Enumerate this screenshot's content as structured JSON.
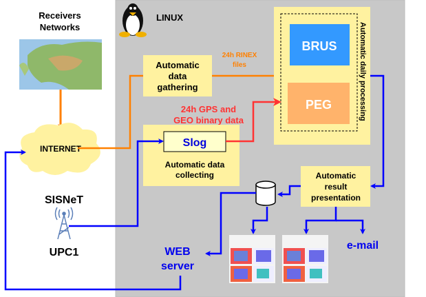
{
  "left": {
    "receivers_line1": "Receivers",
    "receivers_line2": "Networks",
    "internet": "INTERNET",
    "sisnet": "SISNeT",
    "upc1": "UPC1"
  },
  "linux": {
    "label": "LINUX"
  },
  "gathering": {
    "line1": "Automatic",
    "line2": "data",
    "line3": "gathering"
  },
  "rinex": {
    "line1": "24h RINEX",
    "line2": "files"
  },
  "gps": {
    "line1": "24h GPS and",
    "line2": "GEO binary data"
  },
  "collecting": {
    "slog": "Slog",
    "line1": "Automatic data",
    "line2": "collecting"
  },
  "processing": {
    "brus": "BRUS",
    "peg": "PEG",
    "label": "Automatic daily processing"
  },
  "presentation": {
    "line1": "Automatic",
    "line2": "result",
    "line3": "presentation"
  },
  "outputs": {
    "web_line1": "WEB",
    "web_line2": "server",
    "email": "e-mail"
  },
  "colors": {
    "gray": "#c8c8c8",
    "yellow": "#fff2a0",
    "blue": "#0000ff",
    "orange": "#ff8000",
    "red": "#ff3333",
    "brus": "#3399ff",
    "peg": "#ffb36b"
  }
}
